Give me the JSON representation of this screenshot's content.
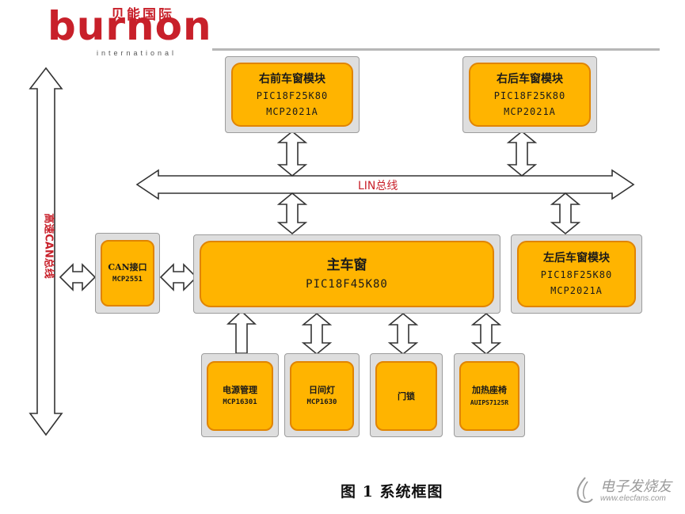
{
  "logo": {
    "cn": "贝能国际",
    "word": "burnon",
    "sub": "international"
  },
  "modules": {
    "rf": {
      "name": "右前车窗模块",
      "chip1": "PIC18F25K80",
      "chip2": "MCP2021A"
    },
    "rr": {
      "name": "右后车窗模块",
      "chip1": "PIC18F25K80",
      "chip2": "MCP2021A"
    },
    "lr": {
      "name": "左后车窗模块",
      "chip1": "PIC18F25K80",
      "chip2": "MCP2021A"
    },
    "main": {
      "name": "主车窗",
      "chip": "PIC18F45K80"
    },
    "can_if": {
      "name": "CAN接口",
      "chip": "MCP2551"
    },
    "power": {
      "name": "电源管理",
      "chip": "MCP16301"
    },
    "dayled": {
      "name": "日间灯",
      "chip": "MCP1630"
    },
    "doorlock": {
      "name": "门锁"
    },
    "heatseat": {
      "name": "加热座椅",
      "chip": "AUIPS7125R"
    }
  },
  "bus": {
    "lin": "LIN总线",
    "can": "高速CAN总线"
  },
  "caption": "图 1   系统框图",
  "watermark": {
    "cn": "电子发烧友",
    "url": "www.elecfans.com"
  },
  "colors": {
    "module_fill": "#ffb400",
    "module_border": "#e08400",
    "panel": "#dedede",
    "brand_red": "#c8202a",
    "arrow_stroke": "#333333"
  }
}
